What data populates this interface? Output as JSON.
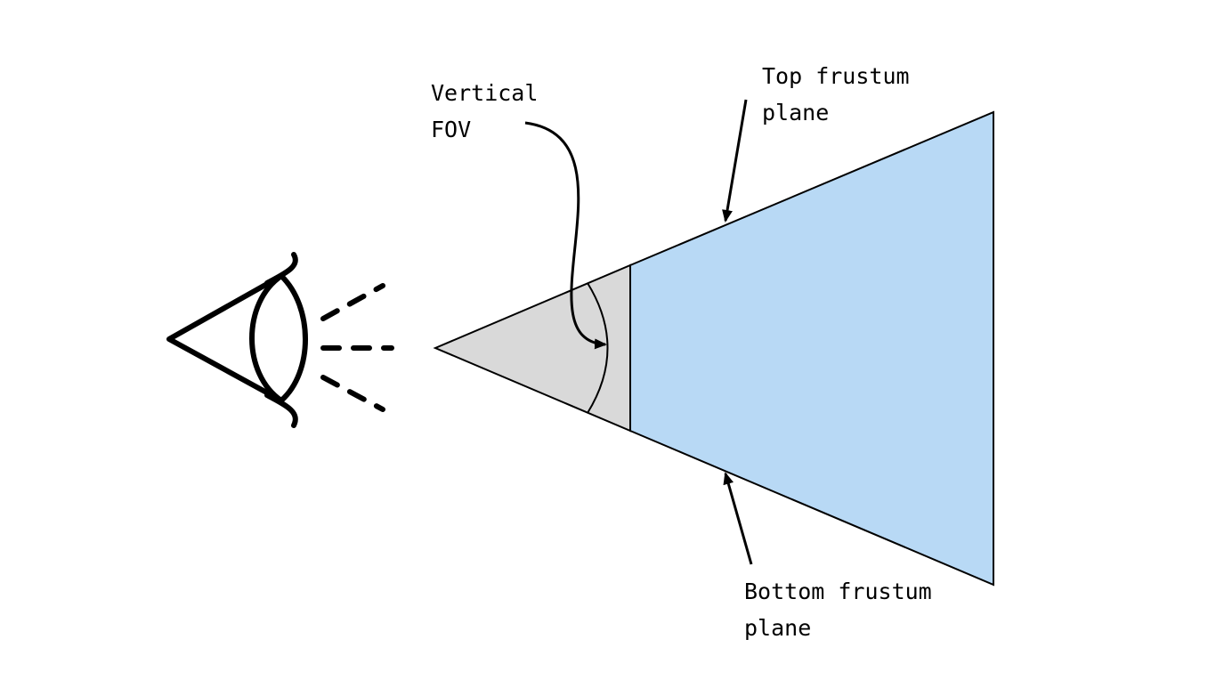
{
  "labels": {
    "fov_line1": "Vertical",
    "fov_line2": "FOV",
    "top_line1": "Top frustum",
    "top_line2": "plane",
    "bottom_line1": "Bottom frustum",
    "bottom_line2": "plane"
  },
  "colors": {
    "near_region": "#d9d9d9",
    "frustum": "#b8d9f5",
    "stroke": "#000000",
    "background": "#ffffff"
  },
  "icons": {
    "viewer": "eye-icon"
  }
}
